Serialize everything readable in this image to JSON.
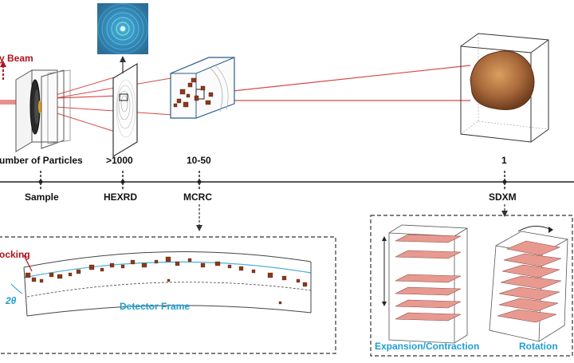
{
  "beam_label": "y Beam",
  "number_of_particles_label": "umber of Particles",
  "particle_counts": [
    ">1000",
    "10-50",
    "1"
  ],
  "techniques": [
    "Sample",
    "HEXRD",
    "MCRC",
    "SDXM"
  ],
  "rocking_label": "ocking",
  "two_theta_label": "2θ",
  "detector_frame_label": "Detector Frame",
  "expansion_label": "Expansion/Contraction",
  "rotation_label": "Rotation",
  "colors": {
    "beam_red": "#b0121a",
    "label_blue": "#1f9fd0",
    "particle_brown": "#8b3a1a",
    "grain_tan": "#b07840",
    "lattice_pink": "#e89a90"
  }
}
